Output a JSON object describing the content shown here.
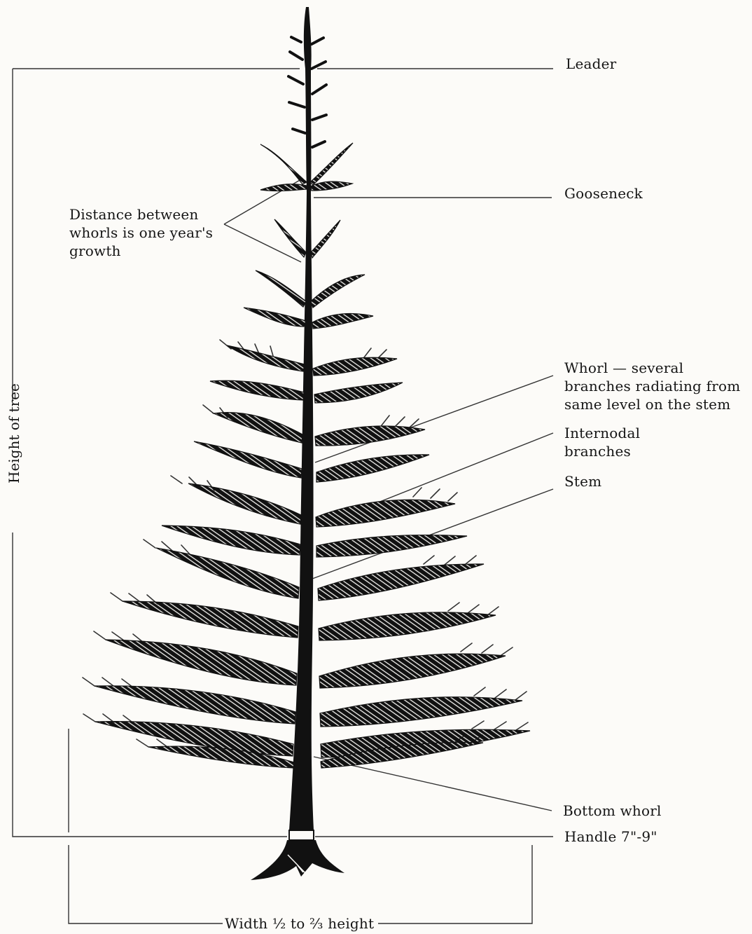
{
  "diagram": {
    "labels": {
      "leader": "Leader",
      "gooseneck": "Gooseneck",
      "distance_between_whorls": "Distance between whorls is one year's growth",
      "whorl": "Whorl — several branches radiating from same level on the stem",
      "internodal_branches": "Internodal branches",
      "stem": "Stem",
      "bottom_whorl": "Bottom whorl",
      "handle": "Handle 7\"-9\"",
      "height_of_tree": "Height of tree",
      "width": "Width ½ to ⅔ height"
    }
  }
}
